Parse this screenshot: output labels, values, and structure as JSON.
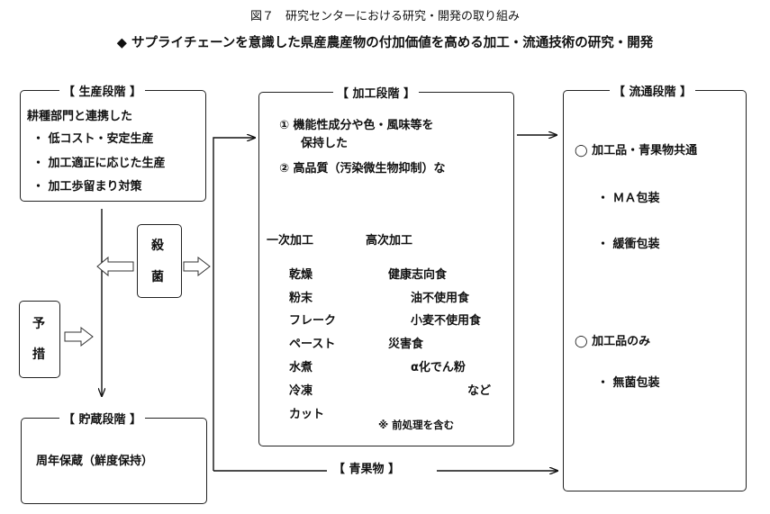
{
  "figure_caption": "図７　研究センターにおける研究・開発の取り組み",
  "headline": "◆ サプライチェーンを意識した県産農産物の付加価値を高める加工・流通技術の研究・開発",
  "production": {
    "label": "【 生産段階 】",
    "lines": [
      "耕種部門と連携した",
      "・ 低コスト・安定生産",
      "・ 加工適正に応じた生産",
      "・ 加工歩留まり対策"
    ]
  },
  "sterilize": {
    "chars": [
      "殺",
      "菌"
    ]
  },
  "prevent": {
    "chars": [
      "予",
      "措"
    ]
  },
  "storage": {
    "label": "【 貯蔵段階 】",
    "text": "周年保蔵（鮮度保持）"
  },
  "processing": {
    "label": "【 加工段階 】",
    "goal1a": "① 機能性成分や色・風味等を",
    "goal1b": "保持した",
    "goal2": "② 高品質（汚染微生物抑制）な",
    "primary_title": "一次加工",
    "primary_items": [
      "乾燥",
      "粉末",
      "フレーク",
      "ペースト",
      "水煮",
      "冷凍",
      "カット"
    ],
    "advanced_title": "高次加工",
    "health": "健康志向食",
    "oil_free": "油不使用食",
    "wheat_free": "小麦不使用食",
    "disaster": "災害食",
    "alpha": "α化でん粉",
    "etc": "など",
    "note": "※ 前処理を含む"
  },
  "distribution": {
    "label": "【 流通段階 】",
    "common": "◯ 加工品・青果物共通",
    "ma": "・ ＭＡ包装",
    "cushion": "・ 緩衝包装",
    "processed_only": "◯ 加工品のみ",
    "aseptic": "・ 無菌包装"
  },
  "fresh_label": "【 青果物 】"
}
